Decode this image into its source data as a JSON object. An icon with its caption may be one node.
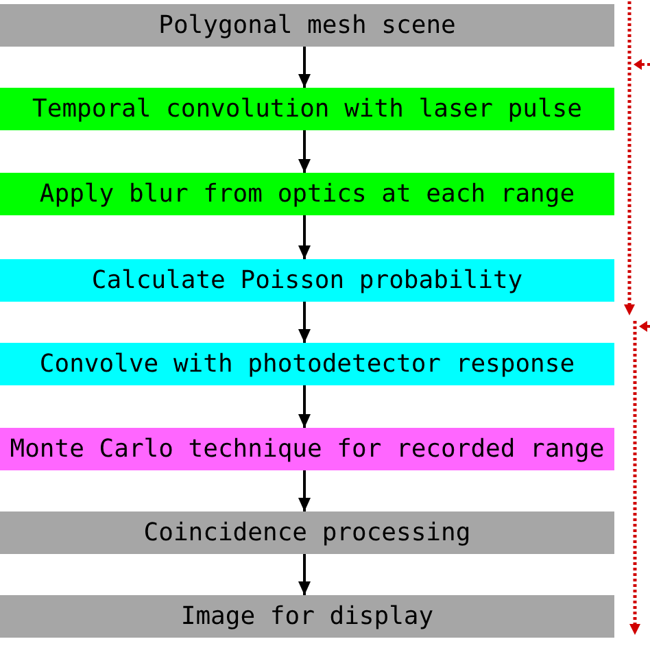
{
  "diagram": {
    "nodes": [
      {
        "text": [
          "Polygonal mesh scene"
        ]
      },
      {
        "text": [
          "Temporal convolution with laser pulse"
        ]
      },
      {
        "text": [
          "Apply blur from optics at each range"
        ]
      },
      {
        "text": [
          "Calculate Poisson probability"
        ]
      },
      {
        "text": [
          "Convolve with photodetector response"
        ]
      },
      {
        "text": [
          "Monte Carlo technique for recorded range"
        ]
      },
      {
        "text": [
          "Coincidence processing"
        ]
      },
      {
        "text": [
          "Image for display"
        ]
      }
    ],
    "edges": [
      {
        "from": 0,
        "to": 1,
        "arrow": "to"
      },
      {
        "from": 1,
        "to": 2,
        "arrow": "to"
      },
      {
        "from": 2,
        "to": 3,
        "arrow": "to"
      },
      {
        "from": 3,
        "to": 4,
        "arrow": "to"
      },
      {
        "from": 4,
        "to": 5,
        "arrow": "to"
      },
      {
        "from": 5,
        "to": 6,
        "arrow": "to"
      },
      {
        "from": 6,
        "to": 7,
        "arrow": "to"
      }
    ]
  }
}
